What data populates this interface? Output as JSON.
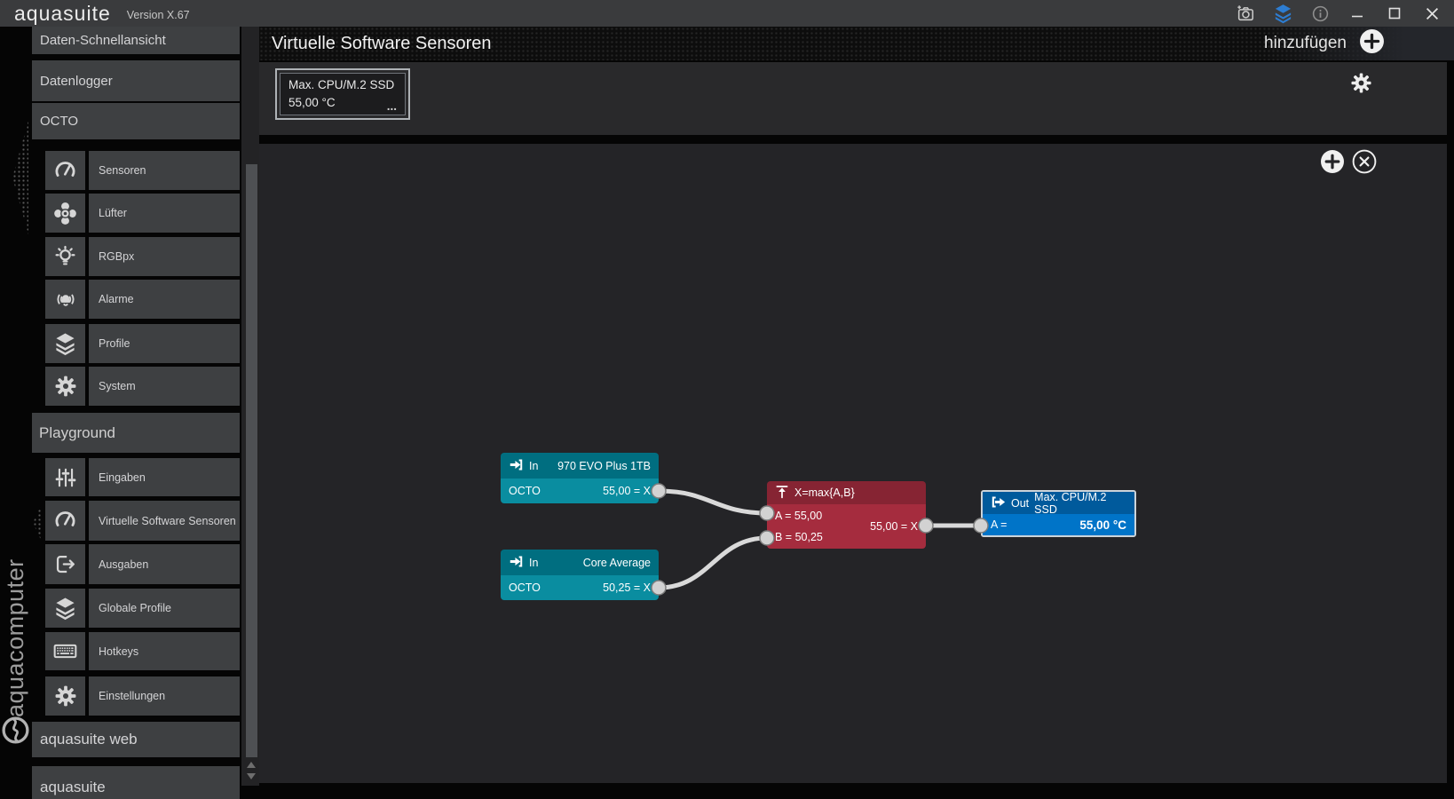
{
  "titlebar": {
    "app_name": "aquasuite",
    "version": "Version X.67"
  },
  "sidebar": {
    "brand_vertical": "aquacomputer",
    "top_items": [
      {
        "label": "Daten-Schnellansicht"
      },
      {
        "label": "Datenlogger"
      },
      {
        "label": "OCTO"
      }
    ],
    "octo_children": [
      {
        "label": "Sensoren",
        "icon": "gauge-icon"
      },
      {
        "label": "Lüfter",
        "icon": "fan-icon"
      },
      {
        "label": "RGBpx",
        "icon": "bulb-icon"
      },
      {
        "label": "Alarme",
        "icon": "alarm-bell-icon"
      },
      {
        "label": "Profile",
        "icon": "layers-icon"
      },
      {
        "label": "System",
        "icon": "gear-icon"
      }
    ],
    "playground_label": "Playground",
    "playground_children": [
      {
        "label": "Eingaben",
        "icon": "sliders-icon"
      },
      {
        "label": "Virtuelle Software Sensoren",
        "icon": "gauge-icon"
      },
      {
        "label": "Ausgaben",
        "icon": "export-icon"
      },
      {
        "label": "Globale Profile",
        "icon": "layers-icon"
      },
      {
        "label": "Hotkeys",
        "icon": "keyboard-icon"
      },
      {
        "label": "Einstellungen",
        "icon": "gear-icon"
      }
    ],
    "bottom_items": [
      {
        "label": "aquasuite web"
      },
      {
        "label": "aquasuite"
      }
    ]
  },
  "page_header": {
    "title": "Virtuelle Software Sensoren",
    "add_label": "hinzufügen"
  },
  "sensor_card": {
    "title": "Max. CPU/M.2 SSD",
    "value": "55,00 °C",
    "more": "..."
  },
  "editor": {
    "node_in1": {
      "kind": "In",
      "title": "970 EVO Plus 1TB",
      "source": "OCTO",
      "value": "55,00 = X"
    },
    "node_in2": {
      "kind": "In",
      "title": "Core Average",
      "source": "OCTO",
      "value": "50,25 = X"
    },
    "node_max": {
      "title": "X=max{A,B}",
      "input_a": "A = 55,00",
      "input_b": "B = 50,25",
      "output": "55,00 = X"
    },
    "node_out": {
      "kind": "Out",
      "title": "Max. CPU/M.2 SSD",
      "input_label": "A =",
      "value": "55,00 °C"
    }
  },
  "colors": {
    "teal_header": "#006e80",
    "teal_body": "#0a8da0",
    "red_header": "#862433",
    "red_body": "#a52c3e",
    "blue_header": "#005a9c",
    "blue_body": "#0074c8",
    "wire": "#d9d9d9",
    "titlebar_layers_accent": "#2d7dd2"
  }
}
